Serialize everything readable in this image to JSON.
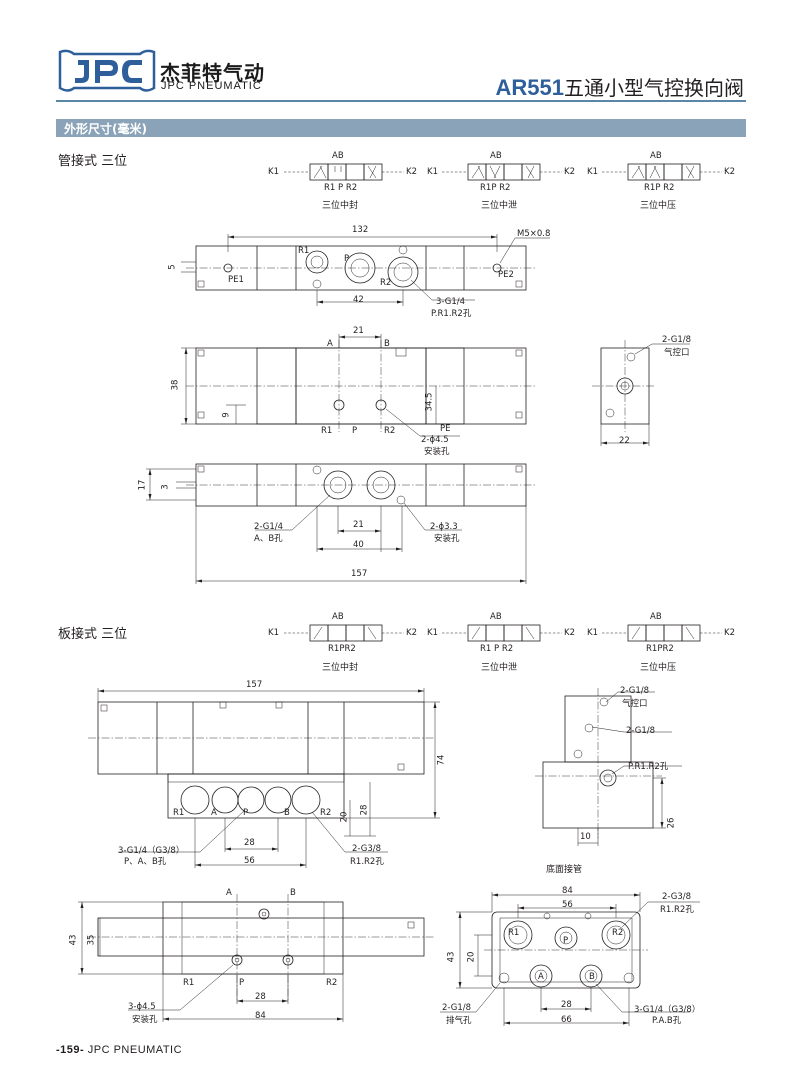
{
  "header": {
    "brand_cn": "杰菲特气动",
    "brand_en": "JPC PNEUMATIC",
    "logo_text": "JPC",
    "model": "AR551",
    "product_name": "五通小型气控换向阀"
  },
  "section": {
    "title": "外形尺寸(毫米)"
  },
  "pipe_type": {
    "heading": "管接式 三位",
    "symbols": [
      {
        "top": "AB",
        "bottom": "R1  P  R2",
        "left": "K1",
        "right": "K2",
        "caption": "三位中封"
      },
      {
        "top": "AB",
        "bottom": "R1P R2",
        "left": "K1",
        "right": "K2",
        "caption": "三位中泄"
      },
      {
        "top": "AB",
        "bottom": "R1P R2",
        "left": "K1",
        "right": "K2",
        "caption": "三位中压"
      }
    ],
    "top_view": {
      "d132": "132",
      "d5": "5",
      "d42": "42",
      "m5": "M5×0.8",
      "r1": "R1",
      "p": "P",
      "r2": "R2",
      "pe1": "PE1",
      "pe2": "PE2",
      "ports_note_1": "3-G1/4",
      "ports_note_2": "P.R1.R2孔"
    },
    "front_view": {
      "d21": "21",
      "a": "A",
      "b": "B",
      "d38": "38",
      "d9": "9",
      "d34": "34.5",
      "r1": "R1",
      "p": "P",
      "r2": "R2",
      "pe": "PE",
      "hole_note_1": "2-ϕ4.5",
      "hole_note_2": "安装孔"
    },
    "side_view": {
      "note_1": "2-G1/8",
      "note_2": "气控口",
      "d22": "22"
    },
    "bottom_view": {
      "d17": "17",
      "d3": "3",
      "d21": "21",
      "d40": "40",
      "d157": "157",
      "ab_note_1": "2-G1/4",
      "ab_note_2": "A、B孔",
      "hole_note_1": "2-ϕ3.3",
      "hole_note_2": "安装孔"
    }
  },
  "plate_type": {
    "heading": "板接式 三位",
    "symbols": [
      {
        "top": "AB",
        "bottom": "R1PR2",
        "left": "K1",
        "right": "K2",
        "caption": "三位中封"
      },
      {
        "top": "AB",
        "bottom": "R1 P R2",
        "left": "K1",
        "right": "K2",
        "caption": "三位中泄"
      },
      {
        "top": "AB",
        "bottom": "R1PR2",
        "left": "K1",
        "right": "K2",
        "caption": "三位中压"
      }
    ],
    "front_view": {
      "d157": "157",
      "d74": "74",
      "d28v": "28",
      "d20": "20",
      "r1": "R1",
      "a": "A",
      "p": "P",
      "b": "B",
      "r2": "R2",
      "d28": "28",
      "d56": "56",
      "pab_note_1": "3-G1/4（G3/8）",
      "pab_note_2": "P、A、B孔",
      "r_note_1": "2-G3/8",
      "r_note_2": "R1.R2孔"
    },
    "side_view": {
      "note1_1": "2-G1/8",
      "note1_2": "气控口",
      "note2": "2-G1/8",
      "note3": "P.R1.R2孔",
      "d10": "10",
      "d26": "26"
    },
    "top_view": {
      "a": "A",
      "b": "B",
      "d43": "43",
      "d35": "35",
      "r1": "R1",
      "p": "P",
      "r2": "R2",
      "d28": "28",
      "d84": "84",
      "hole_note_1": "3-ϕ4.5",
      "hole_note_2": "安装孔"
    },
    "base": {
      "title": "底面接管",
      "d84": "84",
      "d56": "56",
      "d43": "43",
      "d20": "20",
      "d28": "28",
      "d66": "66",
      "r1": "R1",
      "p": "P",
      "r2": "R2",
      "a": "A",
      "b": "B",
      "r_note_1": "2-G3/8",
      "r_note_2": "R1.R2孔",
      "ex_note_1": "2-G1/8",
      "ex_note_2": "排气孔",
      "pab_note_1": "3-G1/4（G3/8）",
      "pab_note_2": "P.A.B孔"
    }
  },
  "footer": {
    "page": "-159-",
    "brand": "JPC PNEUMATIC"
  },
  "colors": {
    "accent": "#2f5f9a",
    "bar": "#8aa3b8",
    "rule": "#5a87a8"
  }
}
